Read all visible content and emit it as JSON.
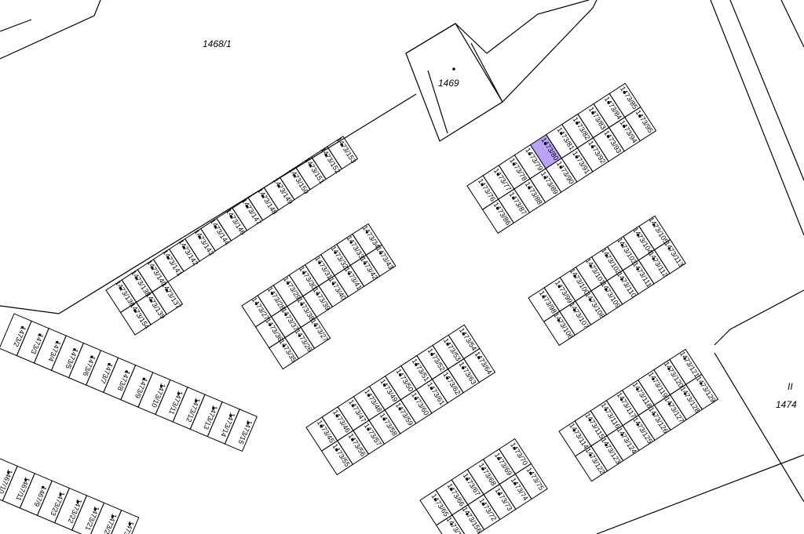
{
  "map": {
    "highlight_color": "#b9a3f5",
    "labels": {
      "parcel_1468_1": "1468/1",
      "parcel_1469": "1469",
      "parcel_1474": "1474",
      "roman_II": "II"
    },
    "blocks": [
      {
        "id": "b1",
        "rows": [
          [
            "1473/136",
            "1473/138",
            "1473/140",
            "1473/141",
            "1473/142",
            "1473/143",
            "1473/144",
            "1473/146",
            "1473/147",
            "1473/148",
            "1473/149",
            "1473/150",
            "1473/151",
            "1473/152",
            "1473/153"
          ],
          [
            "1473/154",
            "1473/139",
            "1473/137"
          ]
        ]
      },
      {
        "id": "b2",
        "rows": [
          [
            "1473/76",
            "1473/77",
            "1473/78",
            "1473/79",
            "1473/80",
            "1473/81",
            "1473/82",
            "1473/83",
            "1473/84",
            "1473/85"
          ],
          [
            "1473/86",
            "1473/87",
            "1473/88",
            "1473/89",
            "1473/90",
            "1473/91",
            "1473/92",
            "1473/93",
            "1473/94",
            "1473/95"
          ]
        ],
        "highlight": "1473/80"
      },
      {
        "id": "b3",
        "rows": [
          [
            "1473/27",
            "1473/28",
            "1473/29",
            "1473/30",
            "1473/31",
            "1473/32",
            "1473/33",
            "1473/34"
          ],
          [
            "1473/36",
            "1473/37",
            "1473/38",
            "1473/39",
            "1473/40",
            "1473/41",
            "1473/42",
            "1473/43"
          ],
          [
            "1473/35",
            "1473/26",
            "1473/27"
          ]
        ]
      },
      {
        "id": "b4",
        "rows": [
          [
            "1473/98",
            "1473/99",
            "1473/100",
            "1473/101",
            "1473/102",
            "1473/103",
            "1473/104",
            "1473/105"
          ],
          [
            "1473/106",
            "1473/107",
            "1473/108",
            "1473/109",
            "1473/110",
            "1473/111",
            "1473/112",
            "1473/113"
          ]
        ]
      },
      {
        "id": "b5",
        "rows": [
          [
            "1473/2",
            "1473/3",
            "1473/4",
            "1473/5",
            "1473/6",
            "1473/7",
            "1473/8",
            "1473/9",
            "1473/10",
            "1473/11",
            "1473/12",
            "1473/13",
            "1473/14",
            "1473/15"
          ]
        ]
      },
      {
        "id": "b6",
        "rows": [
          [
            "1473/45",
            "1473/46",
            "1473/47",
            "1473/48",
            "1473/49",
            "1473/50",
            "1473/51",
            "1473/52",
            "1473/53",
            "1473/54"
          ],
          [
            "1473/55",
            "1473/56",
            "1473/57",
            "1473/58",
            "1473/59",
            "1473/60",
            "1473/61",
            "1473/62",
            "1473/63",
            "1473/64"
          ]
        ]
      },
      {
        "id": "b7",
        "rows": [
          [
            "1473/114",
            "1473/115",
            "1473/116",
            "1473/117",
            "1473/118",
            "1473/119",
            "1473/120",
            "1473/121"
          ],
          [
            "1473/122",
            "1473/123",
            "1473/124",
            "1473/125",
            "1473/126",
            "1473/127",
            "1473/128",
            "1473/129"
          ]
        ]
      },
      {
        "id": "b8",
        "rows": [
          [
            "1473/65",
            "1473/66",
            "1473/67",
            "1473/68",
            "1473/69",
            "1473/70"
          ],
          [
            "1473/155",
            "1473/156",
            "1473/72",
            "1473/73",
            "1473/74",
            "1473/75"
          ]
        ]
      },
      {
        "id": "b9",
        "rows": [
          [
            "1467/10",
            "1467/11",
            "1467/9",
            "1473/23",
            "1473/22",
            "1473/21",
            "1473/20",
            "1473/19"
          ]
        ]
      }
    ]
  }
}
